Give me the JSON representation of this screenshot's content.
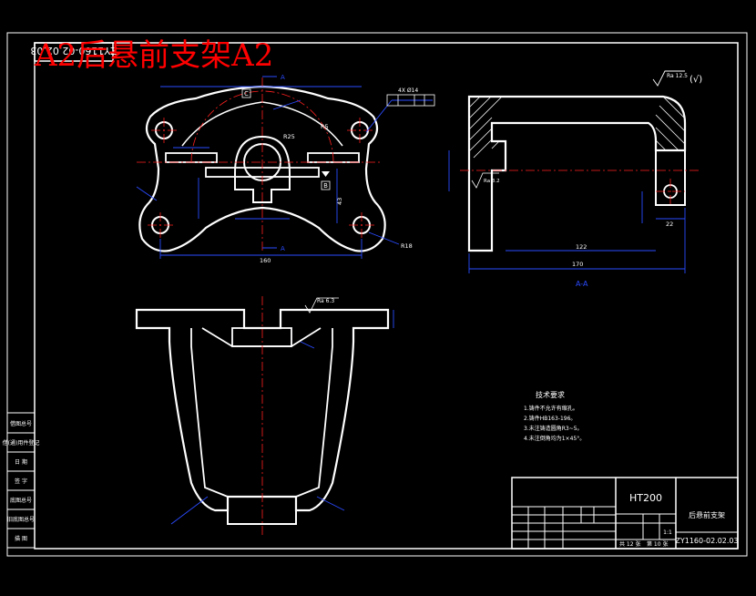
{
  "drawing": {
    "title": "A2后悬前支架A2",
    "rotated_drawing_no": "ZY1160-02.02.03",
    "material": "HT200",
    "part_name": "后悬前支架",
    "drawing_no": "ZY1160-02.02.03",
    "section_label": "A-A",
    "datum_c": "C",
    "datum_b": "B",
    "section_arrow_top": "A",
    "section_arrow_bottom": "A"
  },
  "surface_finish": {
    "general": "Ra 12.5",
    "general_paren": "(√)",
    "top_face": "Ra 6.3",
    "bore": "Ra 3.2"
  },
  "dimensions": {
    "front_width": "160",
    "side_length": "170",
    "side_inner": "122",
    "side_right": "22",
    "radius_r25": "R25",
    "radius_r18": "R18",
    "radius_r5": "R5",
    "hole_callout": "4X Ø14",
    "vertical_43": "43"
  },
  "tech_requirements": {
    "heading": "技术要求",
    "items": [
      "1.铸件不允许有缩孔。",
      "2.铸件HB163-196。",
      "3.未注铸造圆角R3~5。",
      "4.未注倒角均为1×45°。"
    ]
  },
  "title_block": {
    "count_label": "共 12 张",
    "sheet_label": "第 10 张",
    "scale_value": "1:1"
  },
  "binding_strip": [
    "描 图",
    "旧底图总号",
    "底图总号",
    "签 字",
    "日 期",
    "借(通)用件登记",
    "借图总号"
  ]
}
